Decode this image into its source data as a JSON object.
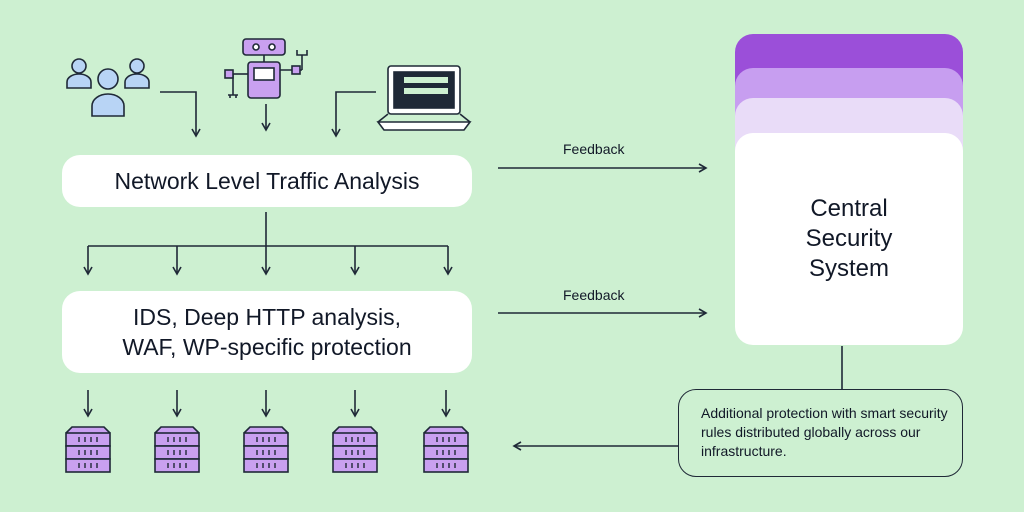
{
  "nodes": {
    "traffic_analysis": "Network Level Traffic Analysis",
    "ids_line1": "IDS, Deep HTTP analysis,",
    "ids_line2": "WAF, WP-specific protection",
    "central_line1": "Central",
    "central_line2": "Security",
    "central_line3": "System",
    "additional_protection": "Additional protection with smart security rules distributed globally across our infrastructure."
  },
  "edges": {
    "feedback_top": "Feedback",
    "feedback_bottom": "Feedback"
  },
  "icons": {
    "sources": [
      "users-icon",
      "bot-icon",
      "laptop-icon"
    ],
    "servers": [
      "server-icon",
      "server-icon",
      "server-icon",
      "server-icon",
      "server-icon"
    ]
  },
  "colors": {
    "background": "#cdf0d1",
    "box": "#ffffff",
    "line": "#1f2937",
    "purple_dark": "#9b4fd9",
    "purple_mid": "#c79ef0",
    "purple_light": "#e9dcf8",
    "icon_fill": "#c9a0f0",
    "user_fill": "#b8d4f5"
  }
}
